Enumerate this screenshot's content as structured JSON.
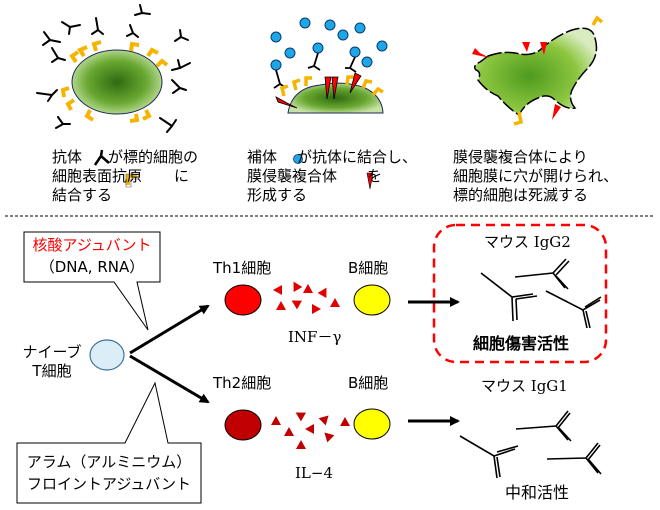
{
  "colors": {
    "cell_green_dark": "#3f7f1a",
    "cell_green_light": "#8cc63f",
    "antigen_orange": "#f5b400",
    "complement_blue": "#1ea7e8",
    "mac_red": "#ff0000",
    "th1_red": "#ff0000",
    "th2_darkred": "#c00000",
    "bcell_yellow": "#ffff00",
    "naive_tcell": "#dbeef7",
    "highlight_dashed_red": "#ff0000"
  },
  "top_panels": [
    {
      "id": "antibody-binding",
      "caption_lines": [
        "抗体",
        "が標的細胞の",
        "細胞表面抗原",
        "に",
        "結合する"
      ]
    },
    {
      "id": "complement-binding",
      "caption_lines": [
        "補体",
        "が抗体に結合し、",
        "膜侵襲複合体",
        "を",
        "形成する"
      ]
    },
    {
      "id": "cell-lysis",
      "caption_lines": [
        "膜侵襲複合体により",
        "細胞膜に穴が開けられ、",
        "標的細胞は死滅する"
      ]
    }
  ],
  "bottom": {
    "nucleic_adjuvant": {
      "title": "核酸アジュバント",
      "subtitle": "（DNA, RNA）"
    },
    "alum_adjuvant": {
      "line1": "アラム（アルミニウム）",
      "line2": "フロイントアジュバント"
    },
    "naive_t": {
      "line1": "ナイーブ",
      "line2": "T細胞"
    },
    "th1": {
      "label": "Th1細胞",
      "bcell_label": "B細胞",
      "cytokine": "INF－γ"
    },
    "th2": {
      "label": "Th2細胞",
      "bcell_label": "B細胞",
      "cytokine": "IL−4"
    },
    "igg2": {
      "label": "マウス IgG2",
      "activity": "細胞傷害活性"
    },
    "igg1": {
      "label": "マウス IgG1",
      "activity": "中和活性"
    }
  }
}
